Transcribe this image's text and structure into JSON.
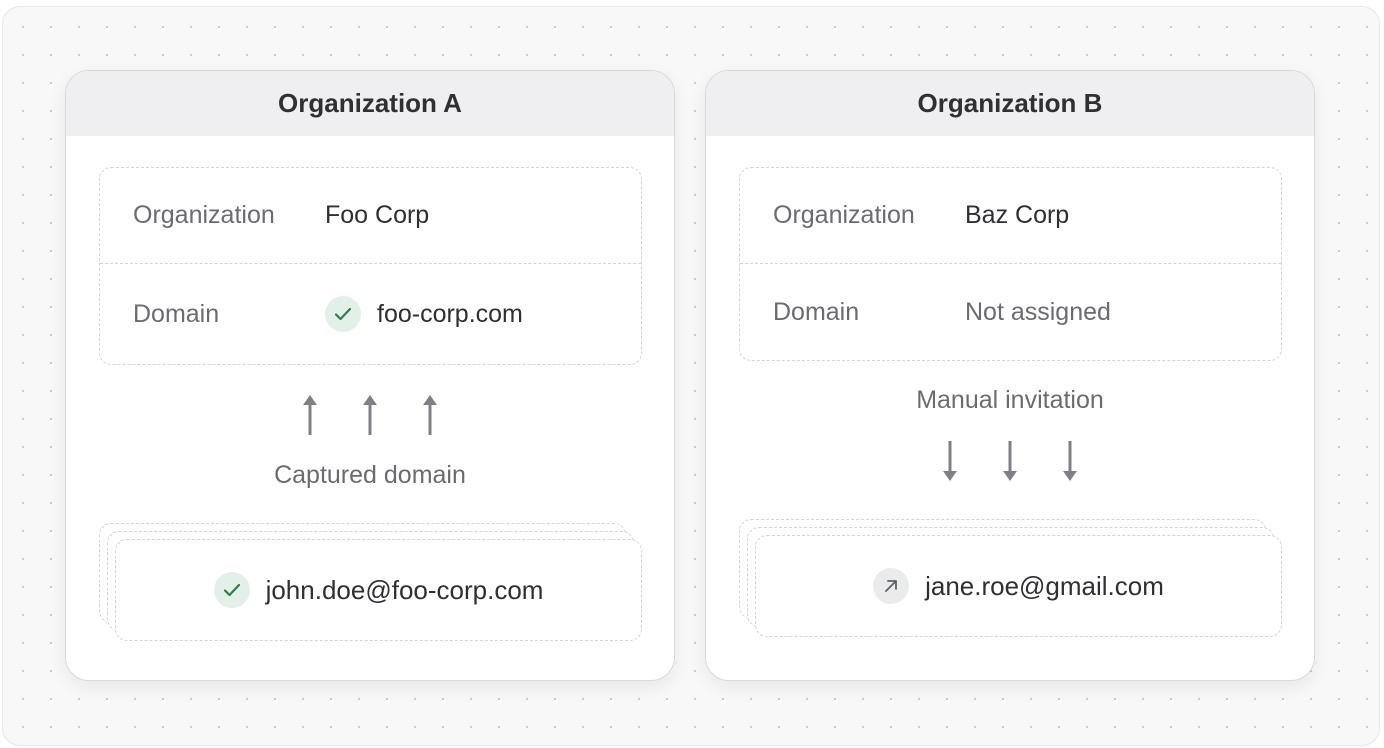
{
  "org_a": {
    "title": "Organization A",
    "organization_label": "Organization",
    "organization_value": "Foo Corp",
    "domain_label": "Domain",
    "domain_value": "foo-corp.com",
    "domain_icon": "check-icon",
    "caption": "Captured domain",
    "arrow_direction": "up",
    "user_email": "john.doe@foo-corp.com",
    "user_icon": "check-icon"
  },
  "org_b": {
    "title": "Organization B",
    "organization_label": "Organization",
    "organization_value": "Baz Corp",
    "domain_label": "Domain",
    "domain_value": "Not assigned",
    "caption": "Manual invitation",
    "arrow_direction": "down",
    "user_email": "jane.roe@gmail.com",
    "user_icon": "arrow-up-right-icon"
  },
  "colors": {
    "check_green": "#2f7d4f",
    "check_bg": "#e3f0e7",
    "arrow_gray": "#7e8086",
    "header_bg": "#efeff1"
  }
}
